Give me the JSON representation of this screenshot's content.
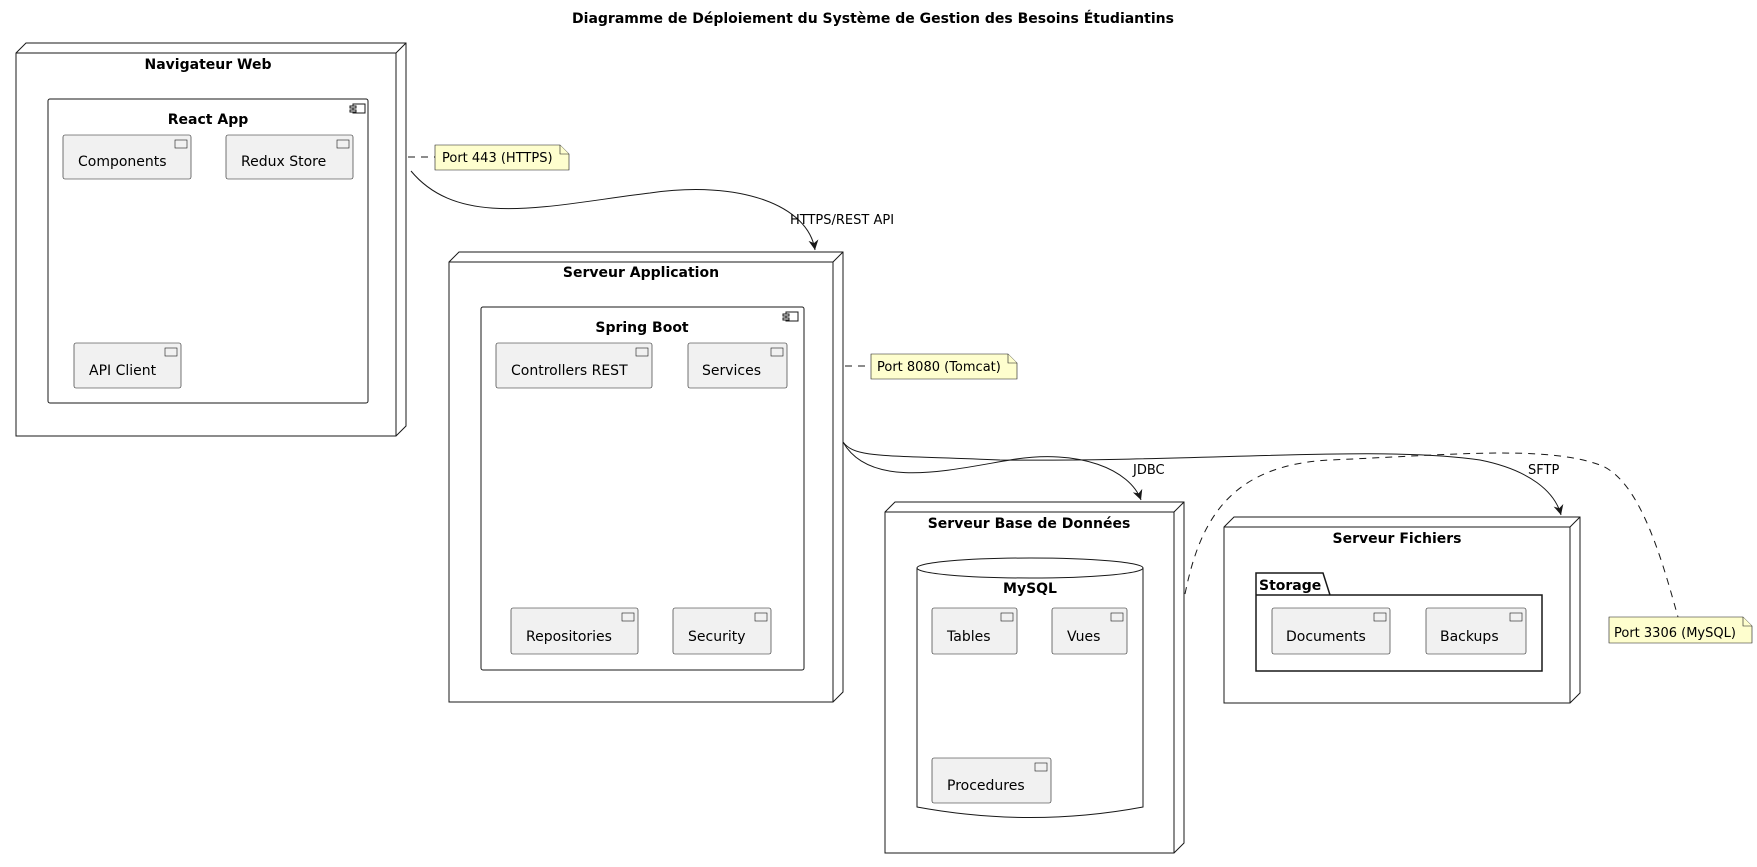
{
  "diagram": {
    "title": "Diagramme de Déploiement du Système de Gestion des Besoins Étudiantins",
    "nodes": {
      "browser": {
        "title": "Navigateur Web",
        "component": {
          "title": "React App",
          "items": [
            "Components",
            "Redux Store",
            "API Client"
          ]
        }
      },
      "app_server": {
        "title": "Serveur Application",
        "component": {
          "title": "Spring Boot",
          "items": [
            "Controllers REST",
            "Services",
            "Repositories",
            "Security"
          ]
        }
      },
      "db_server": {
        "title": "Serveur Base de Données",
        "database": {
          "title": "MySQL",
          "items": [
            "Tables",
            "Vues",
            "Procedures"
          ]
        }
      },
      "file_server": {
        "title": "Serveur Fichiers",
        "package": {
          "title": "Storage",
          "items": [
            "Documents",
            "Backups"
          ]
        }
      }
    },
    "notes": {
      "https": "Port 443 (HTTPS)",
      "tomcat": "Port 8080 (Tomcat)",
      "mysql": "Port 3306 (MySQL)"
    },
    "edges": {
      "rest": "HTTPS/REST API",
      "jdbc": "JDBC",
      "sftp": "SFTP"
    },
    "colors": {
      "component_fill": "#f1f1f1",
      "note_fill": "#fefece",
      "line": "#181818",
      "background": "#ffffff"
    }
  }
}
